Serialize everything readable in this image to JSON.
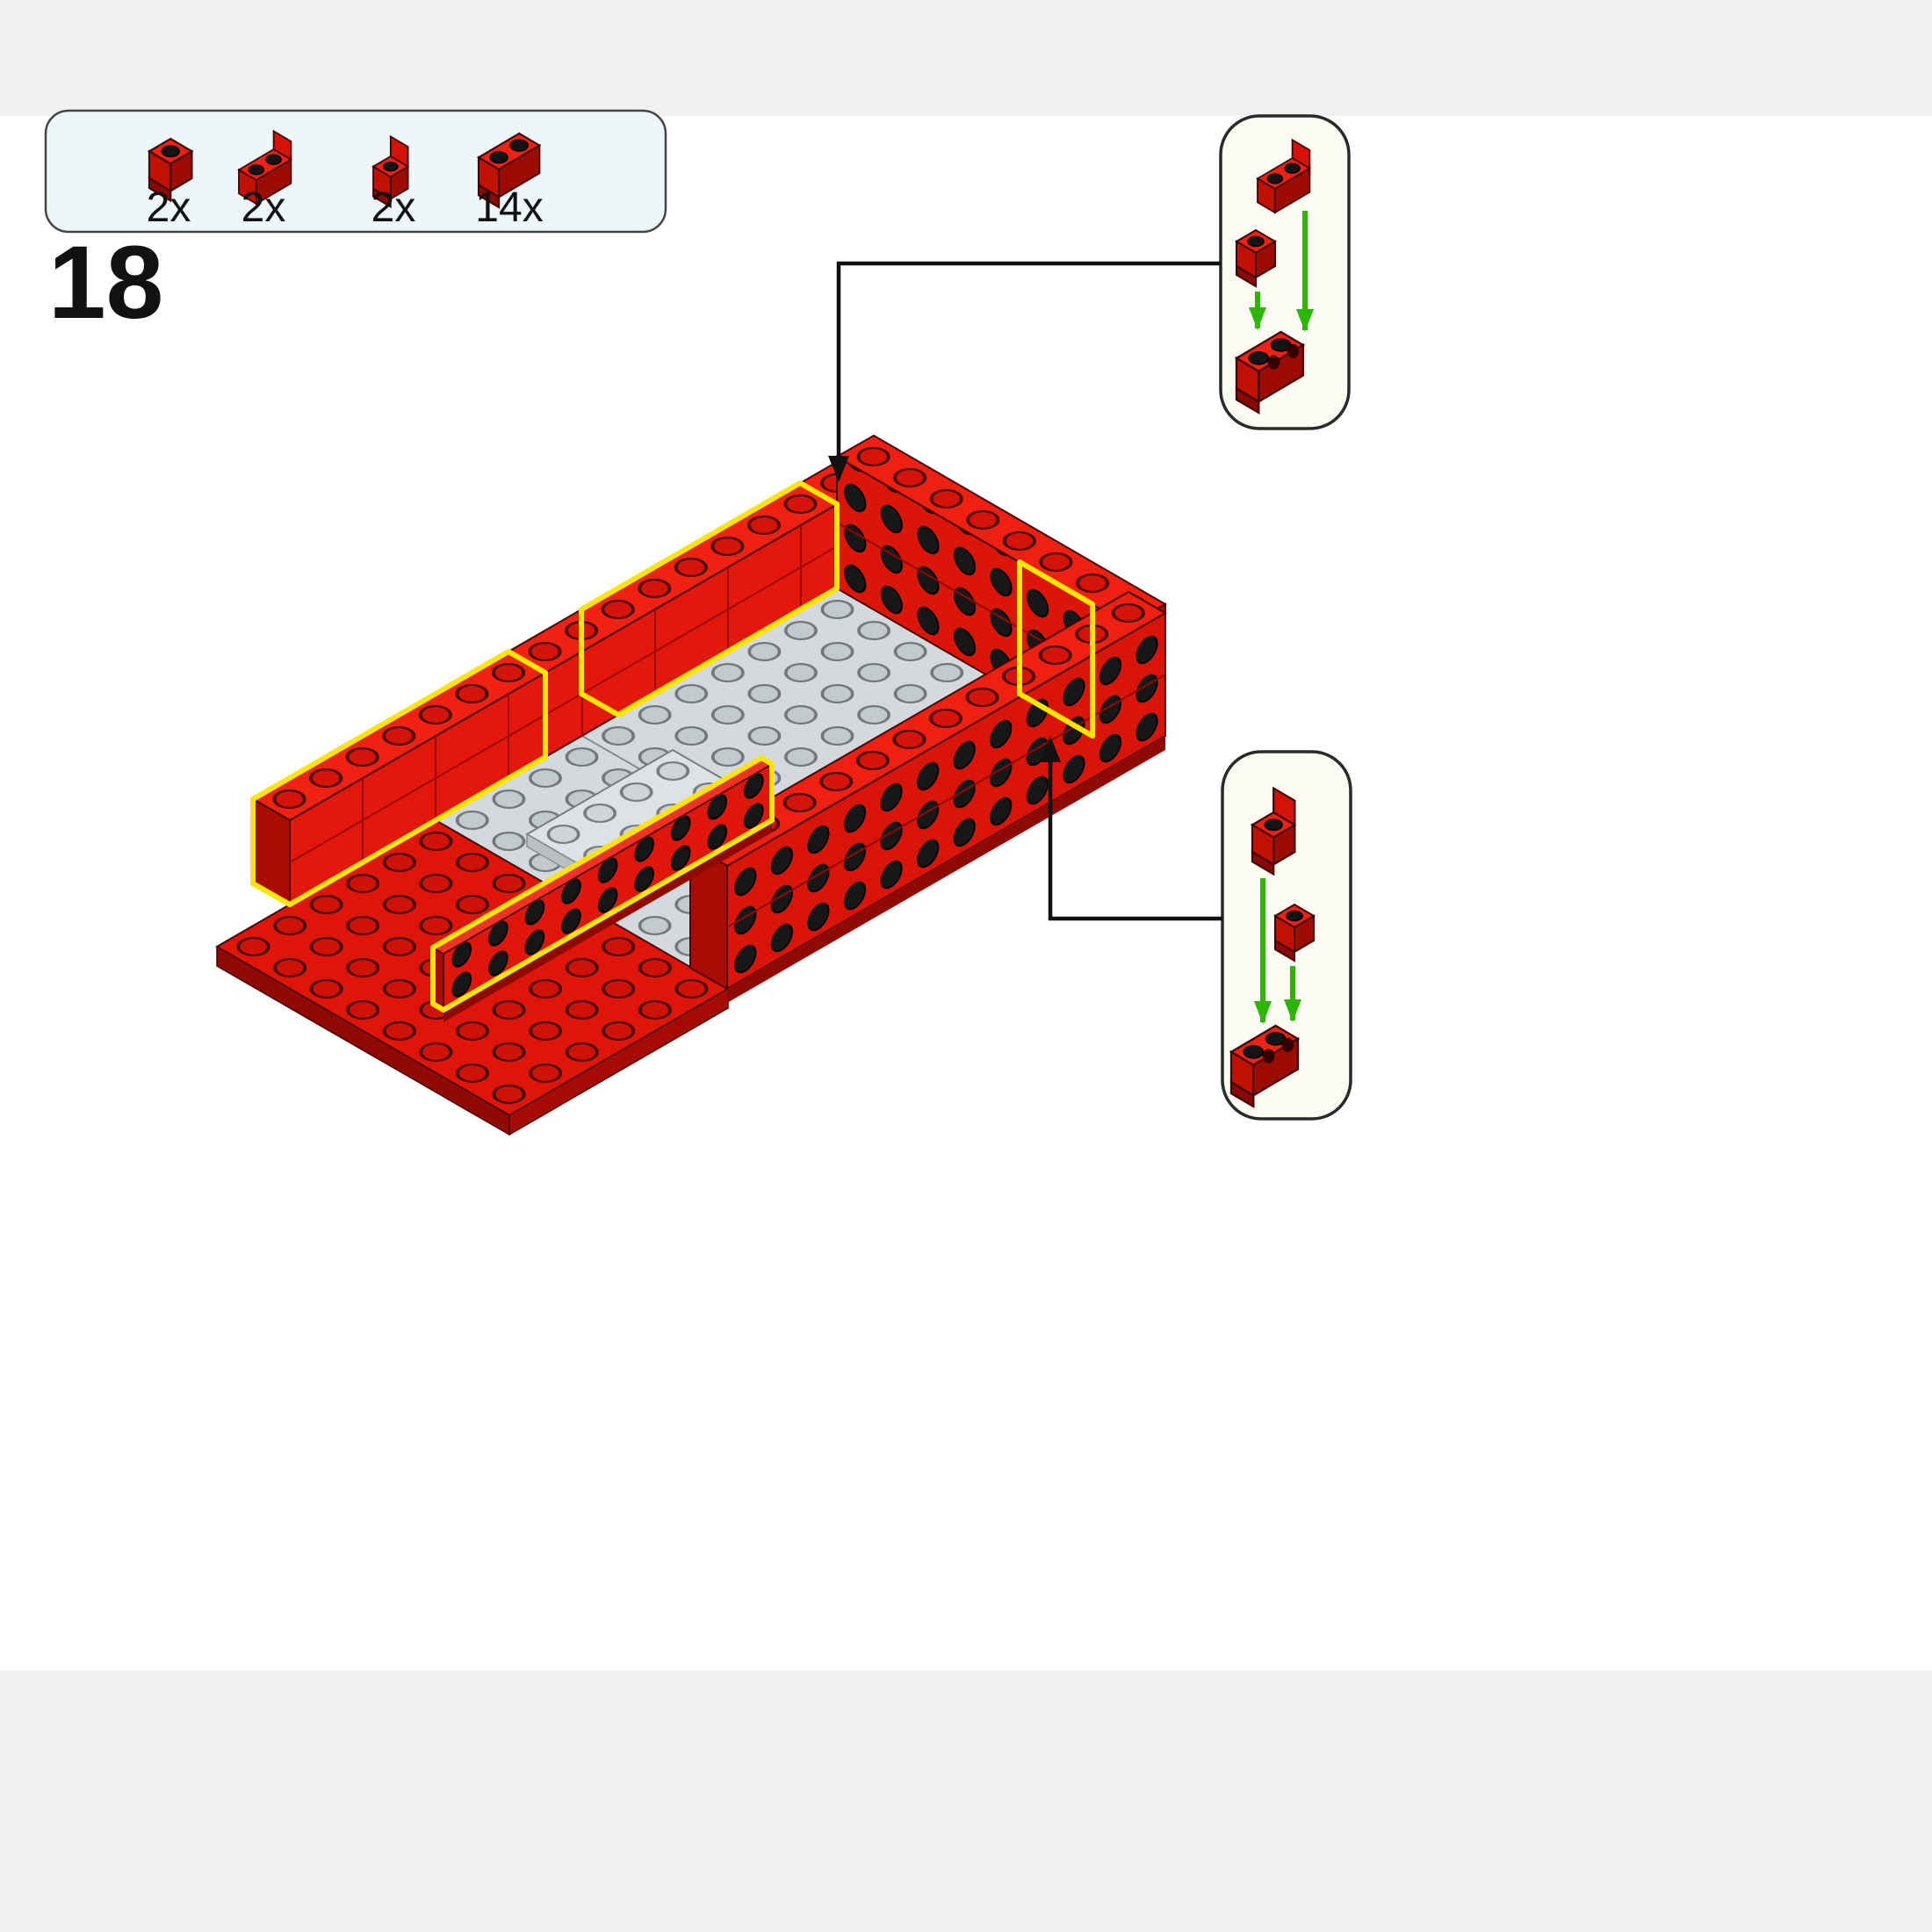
{
  "step": {
    "number": "18"
  },
  "parts_tray": {
    "items": [
      {
        "part": "bracket-1x1",
        "count": "2x"
      },
      {
        "part": "bracket-1x2",
        "count": "2x"
      },
      {
        "part": "bracket-1x1-up",
        "count": "2x"
      },
      {
        "part": "bracket-1x2-up",
        "count": "14x"
      }
    ]
  },
  "colors": {
    "brick_red": "#e3170c",
    "brick_red_dark": "#a80c02",
    "plate_gray": "#d3d9dc",
    "highlight_yellow": "#ffe500",
    "arrow_green": "#2eb607",
    "arrow_black": "#111111",
    "tray_background": "#edf7fa",
    "callout_background": "#fbfbf3"
  }
}
